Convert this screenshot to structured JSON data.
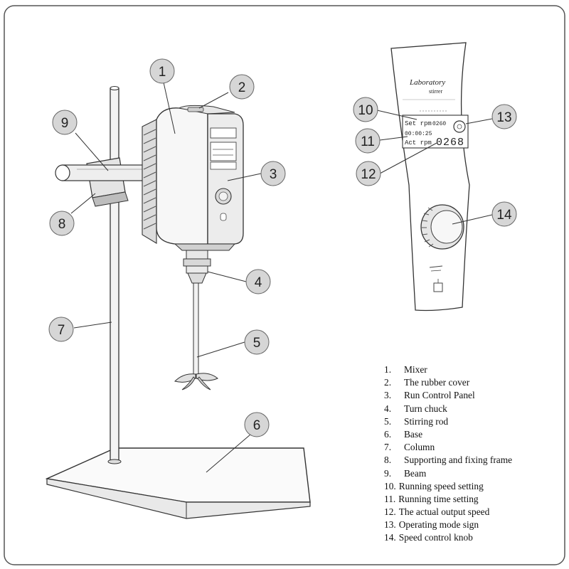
{
  "callouts": [
    {
      "number": "1",
      "label": "Mixer"
    },
    {
      "number": "2",
      "label": "The rubber cover"
    },
    {
      "number": "3",
      "label": "Run Control Panel"
    },
    {
      "number": "4",
      "label": "Turn chuck"
    },
    {
      "number": "5",
      "label": "Stirring rod"
    },
    {
      "number": "6",
      "label": "Base"
    },
    {
      "number": "7",
      "label": "Column"
    },
    {
      "number": "8",
      "label": "Supporting and fixing frame"
    },
    {
      "number": "9",
      "label": "Beam"
    },
    {
      "number": "10",
      "label": "Running speed setting"
    },
    {
      "number": "11",
      "label": "Running time setting"
    },
    {
      "number": "12",
      "label": "The actual output speed"
    },
    {
      "number": "13",
      "label": "Operating mode sign"
    },
    {
      "number": "14",
      "label": "Speed control knob"
    }
  ],
  "legend": [
    {
      "num": "1.",
      "text": "Mixer"
    },
    {
      "num": "2.",
      "text": "The rubber cover"
    },
    {
      "num": "3.",
      "text": "Run Control Panel"
    },
    {
      "num": "4.",
      "text": "Turn chuck"
    },
    {
      "num": "5.",
      "text": "Stirring rod"
    },
    {
      "num": "6.",
      "text": "Base"
    },
    {
      "num": "7.",
      "text": "Column"
    },
    {
      "num": "8.",
      "text": "Supporting and fixing frame"
    },
    {
      "num": "9.",
      "text": "Beam"
    },
    {
      "num": "10.",
      "text": "Running speed setting"
    },
    {
      "num": "11.",
      "text": "Running time setting"
    },
    {
      "num": "12.",
      "text": "The actual output speed"
    },
    {
      "num": "13.",
      "text": "Operating mode sign"
    },
    {
      "num": "14.",
      "text": "Speed control knob"
    }
  ],
  "panel": {
    "title_line1": "Laboratory",
    "title_line2": "stirrer",
    "set_speed_label": "Set rpm",
    "set_speed_value": "0260",
    "time_value": "00:00:25",
    "actual_speed_label": "Act rpm",
    "actual_speed_value": "0268"
  }
}
